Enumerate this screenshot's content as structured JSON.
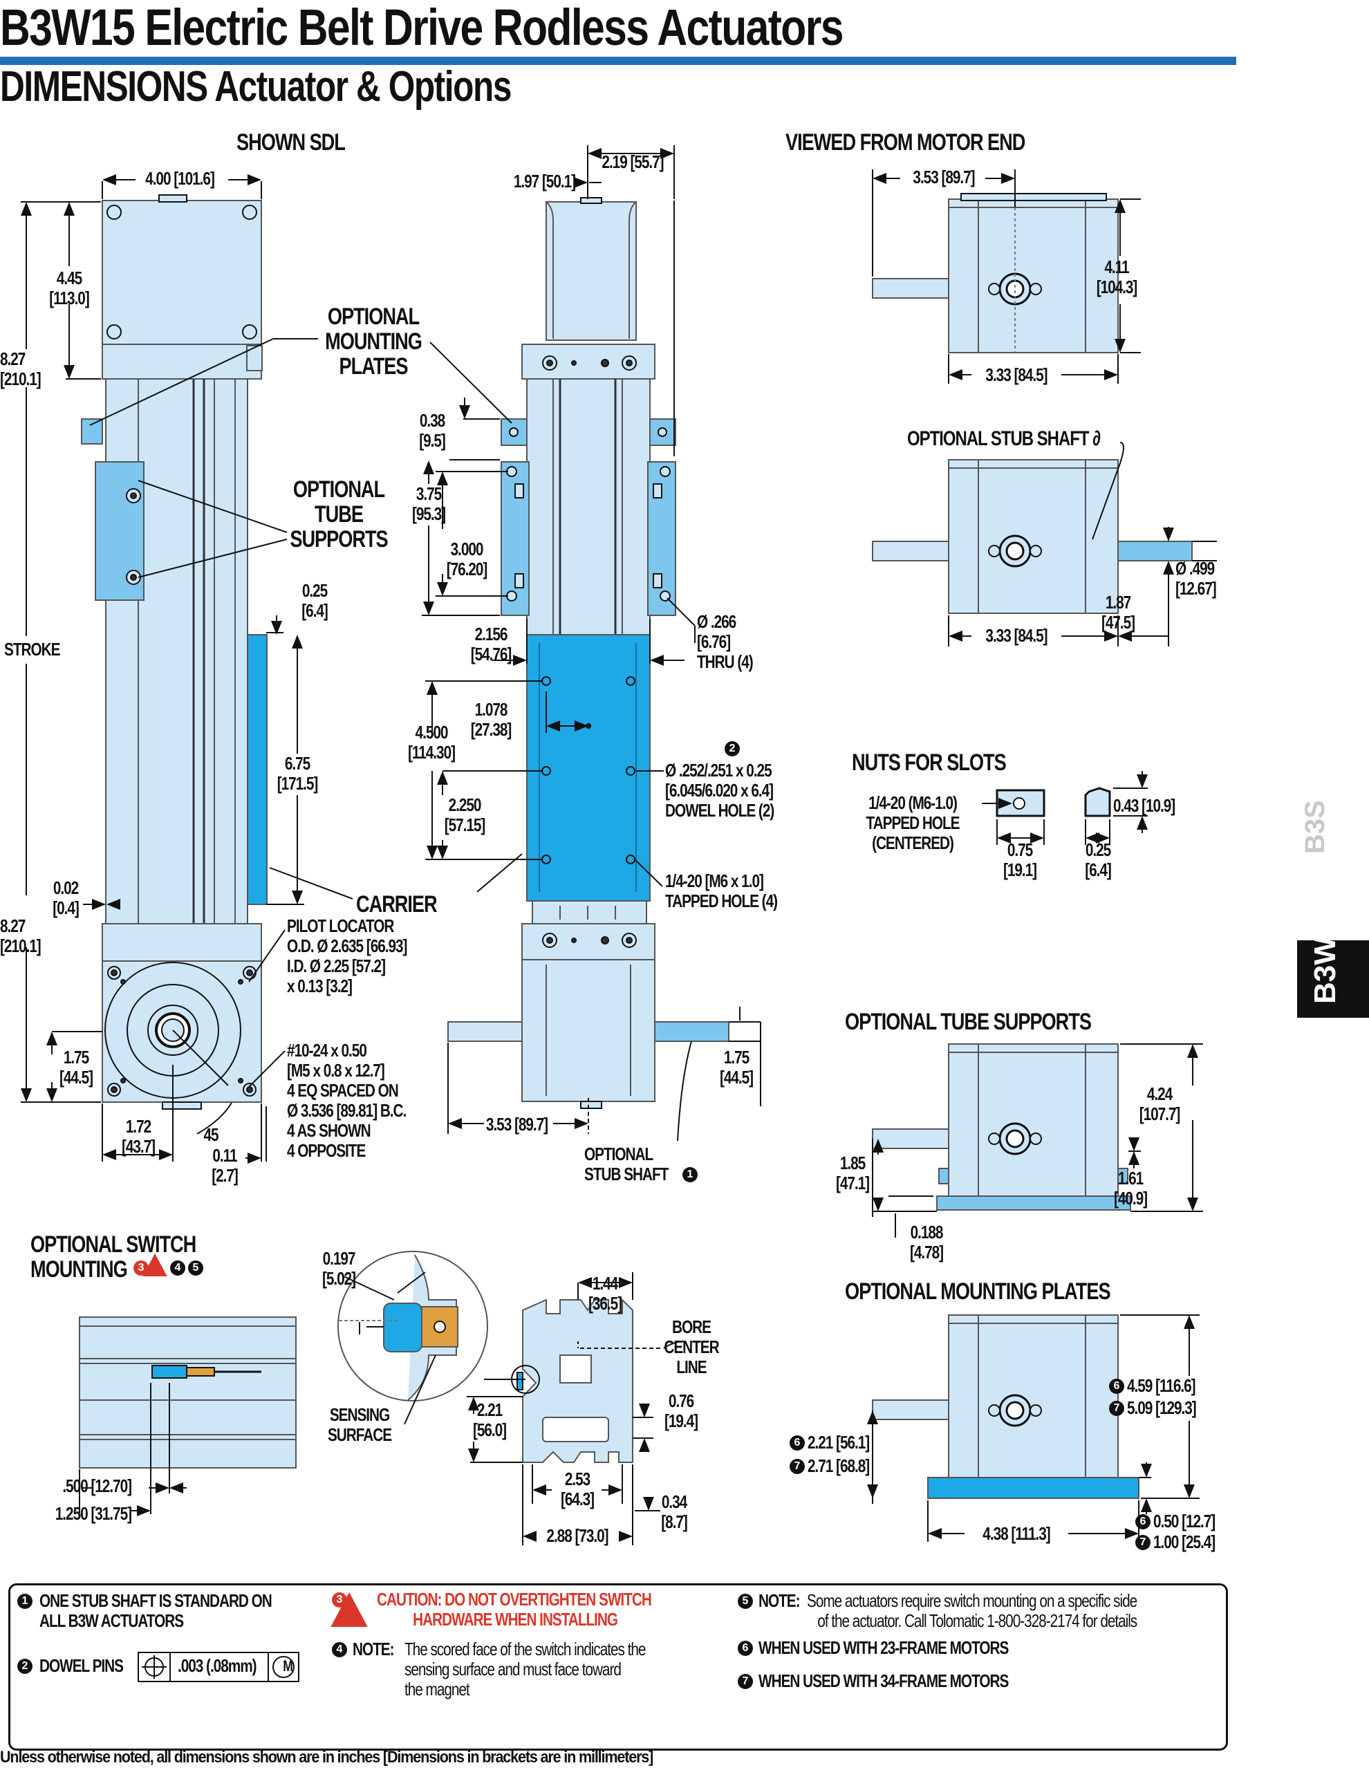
{
  "header": {
    "title": "B3W15 Electric Belt Drive Rodless Actuators",
    "subtitle": "DIMENSIONS Actuator & Options"
  },
  "side_tabs": {
    "inactive": "B3S",
    "active": "B3W"
  },
  "views": {
    "shown_sdl": "SHOWN SDL",
    "motor_end": "VIEWED FROM MOTOR END",
    "stub_shaft": "OPTIONAL STUB SHAFT ∂",
    "nuts": "NUTS FOR SLOTS",
    "tube_supports": "OPTIONAL TUBE SUPPORTS",
    "mounting_plates": "OPTIONAL MOUNTING PLATES",
    "switch_mounting_1": "OPTIONAL SWITCH",
    "switch_mounting_2": "MOUNTING"
  },
  "labels": {
    "opt_mounting_plates": "OPTIONAL\nMOUNTING\nPLATES",
    "opt_tube_supports": "OPTIONAL\nTUBE\nSUPPORTS",
    "stroke": "STROKE",
    "carrier": "CARRIER",
    "pilot_locator": "PILOT LOCATOR\nO.D. Ø 2.635 [66.93]\nI.D. Ø 2.25 [57.2]\nx 0.13 [3.2]",
    "screw_pattern": "#10-24 x 0.50\n[M5 x 0.8 x 12.7]\n4 EQ SPACED ON\nØ 3.536 [89.81] B.C.\n4 AS SHOWN\n4 OPPOSITE",
    "thru_hole": "Ø .266\n[6.76]\nTHRU (4)",
    "dowel_hole": "Ø .252/.251 x 0.25\n[6.045/6.020 x 6.4]\nDOWEL HOLE (2)",
    "tapped_hole": "1/4-20 [M6 x 1.0]\nTAPPED HOLE (4)",
    "stub_shaft_note": "OPTIONAL\nSTUB SHAFT",
    "nut_hole": "1/4-20 (M6-1.0)\nTAPPED HOLE\n(CENTERED)",
    "sensing_surface": "SENSING\nSURFACE",
    "bore_center_line": "BORE\nCENTER\nLINE"
  },
  "dims": {
    "d_4_00": "4.00 [101.6]",
    "d_4_45": "4.45\n[113.0]",
    "d_8_27a": "8.27\n[210.1]",
    "d_8_27b": "8.27\n[210.1]",
    "d_0_25": "0.25\n[6.4]",
    "d_6_75": "6.75\n[171.5]",
    "d_0_02": "0.02\n[0.4]",
    "d_1_75a": "1.75\n[44.5]",
    "d_1_72": "1.72\n[43.7]",
    "d_45": "45",
    "d_0_11": "0.11\n[2.7]",
    "d_2_19": "2.19 [55.7]",
    "d_1_97": "1.97 [50.1]",
    "d_0_38": "0.38\n[9.5]",
    "d_3_75": "3.75\n[95.3]",
    "d_3_000": "3.000\n[76.20]",
    "d_2_156": "2.156\n[54.76]",
    "d_1_078": "1.078\n[27.38]",
    "d_4_500": "4.500\n[114.30]",
    "d_2_250": "2.250\n[57.15]",
    "d_1_75b": "1.75\n[44.5]",
    "d_3_53b": "3.53 [89.7]",
    "d_3_53a": "3.53 [89.7]",
    "d_4_11": "4.11\n[104.3]",
    "d_3_33a": "3.33 [84.5]",
    "d_3_33b": "3.33 [84.5]",
    "d_499": "Ø .499\n[12.67]",
    "d_1_87": "1.87\n[47.5]",
    "d_0_43": "0.43 [10.9]",
    "d_0_75": "0.75\n[19.1]",
    "d_0_25n": "0.25\n[6.4]",
    "d_4_24": "4.24\n[107.7]",
    "d_1_85": "1.85\n[47.1]",
    "d_1_61": "1.61\n[40.9]",
    "d_0_188": "0.188\n[4.78]",
    "d_4_59": "4.59 [116.6]",
    "d_5_09": "5.09 [129.3]",
    "d_2_21m": "2.21 [56.1]",
    "d_2_71": "2.71 [68.8]",
    "d_4_38": "4.38 [111.3]",
    "d_0_50": "0.50 [12.7]",
    "d_1_00": "1.00 [25.4]",
    "d_0_197": "0.197\n[5.02]",
    "d_1_44": "1.44\n[36.5]",
    "d_2_21s": "2.21\n[56.0]",
    "d_0_76": "0.76\n[19.4]",
    "d_2_53": "2.53\n[64.3]",
    "d_0_34": "0.34\n[8.7]",
    "d_2_88": "2.88 [73.0]",
    "d_500": ".500 [12.70]",
    "d_1_250": "1.250 [31.75]"
  },
  "notes": {
    "n1": "ONE STUB SHAFT IS STANDARD ON\nALL B3W ACTUATORS",
    "n2": "DOWEL PINS",
    "n2_tol": ".003 (.08mm)",
    "n2_mod": "M",
    "n3": "CAUTION: DO NOT OVERTIGHTEN SWITCH\n           HARDWARE WHEN INSTALLING",
    "n4a": "NOTE:",
    "n4b": "The scored face of the switch indicates the\nsensing surface and must face toward\nthe magnet",
    "n5a": "NOTE:",
    "n5b": "Some actuators require switch mounting on a specific side\nof the actuator. Call Tolomatic 1-800-328-2174 for details",
    "n6": "WHEN USED WITH 23-FRAME MOTORS",
    "n7": "WHEN USED WITH 34-FRAME MOTORS"
  },
  "markers": {
    "m1": "1",
    "m2": "2",
    "m3": "3",
    "m4": "4",
    "m5": "5",
    "m6": "6",
    "m7": "7"
  },
  "footer": "Unless otherwise noted, all dimensions shown are in inches [Dimensions in brackets are in millimeters]",
  "colors": {
    "part_fill": "#cfe6f7",
    "carrier_fill": "#1ea8e6",
    "support_fill": "#7fc6ee",
    "rule_blue": "#1f6fb4",
    "caution_red": "#d9372b"
  }
}
